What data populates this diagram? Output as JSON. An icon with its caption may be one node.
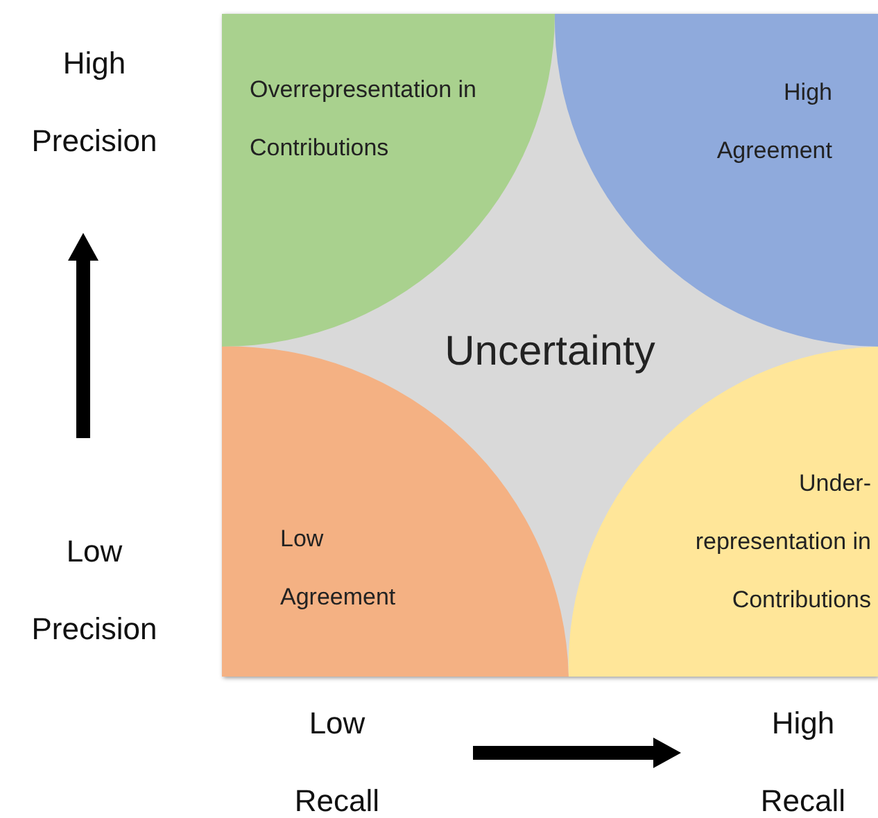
{
  "diagram": {
    "nodes": [
      {
        "text": [
          "Uncertainty"
        ]
      },
      {
        "text": [
          "Overrepresentation in Contributions"
        ],
        "in": 0
      },
      {
        "text": [
          "High Agreement"
        ],
        "in": 0
      },
      {
        "text": [
          "Low Agreement"
        ],
        "in": 0
      },
      {
        "text": [
          "Under- representation in Contributions"
        ],
        "in": 0
      }
    ],
    "labels": [
      "High Precision",
      "Low Precision",
      "Low Recall",
      "High Recall"
    ]
  }
}
